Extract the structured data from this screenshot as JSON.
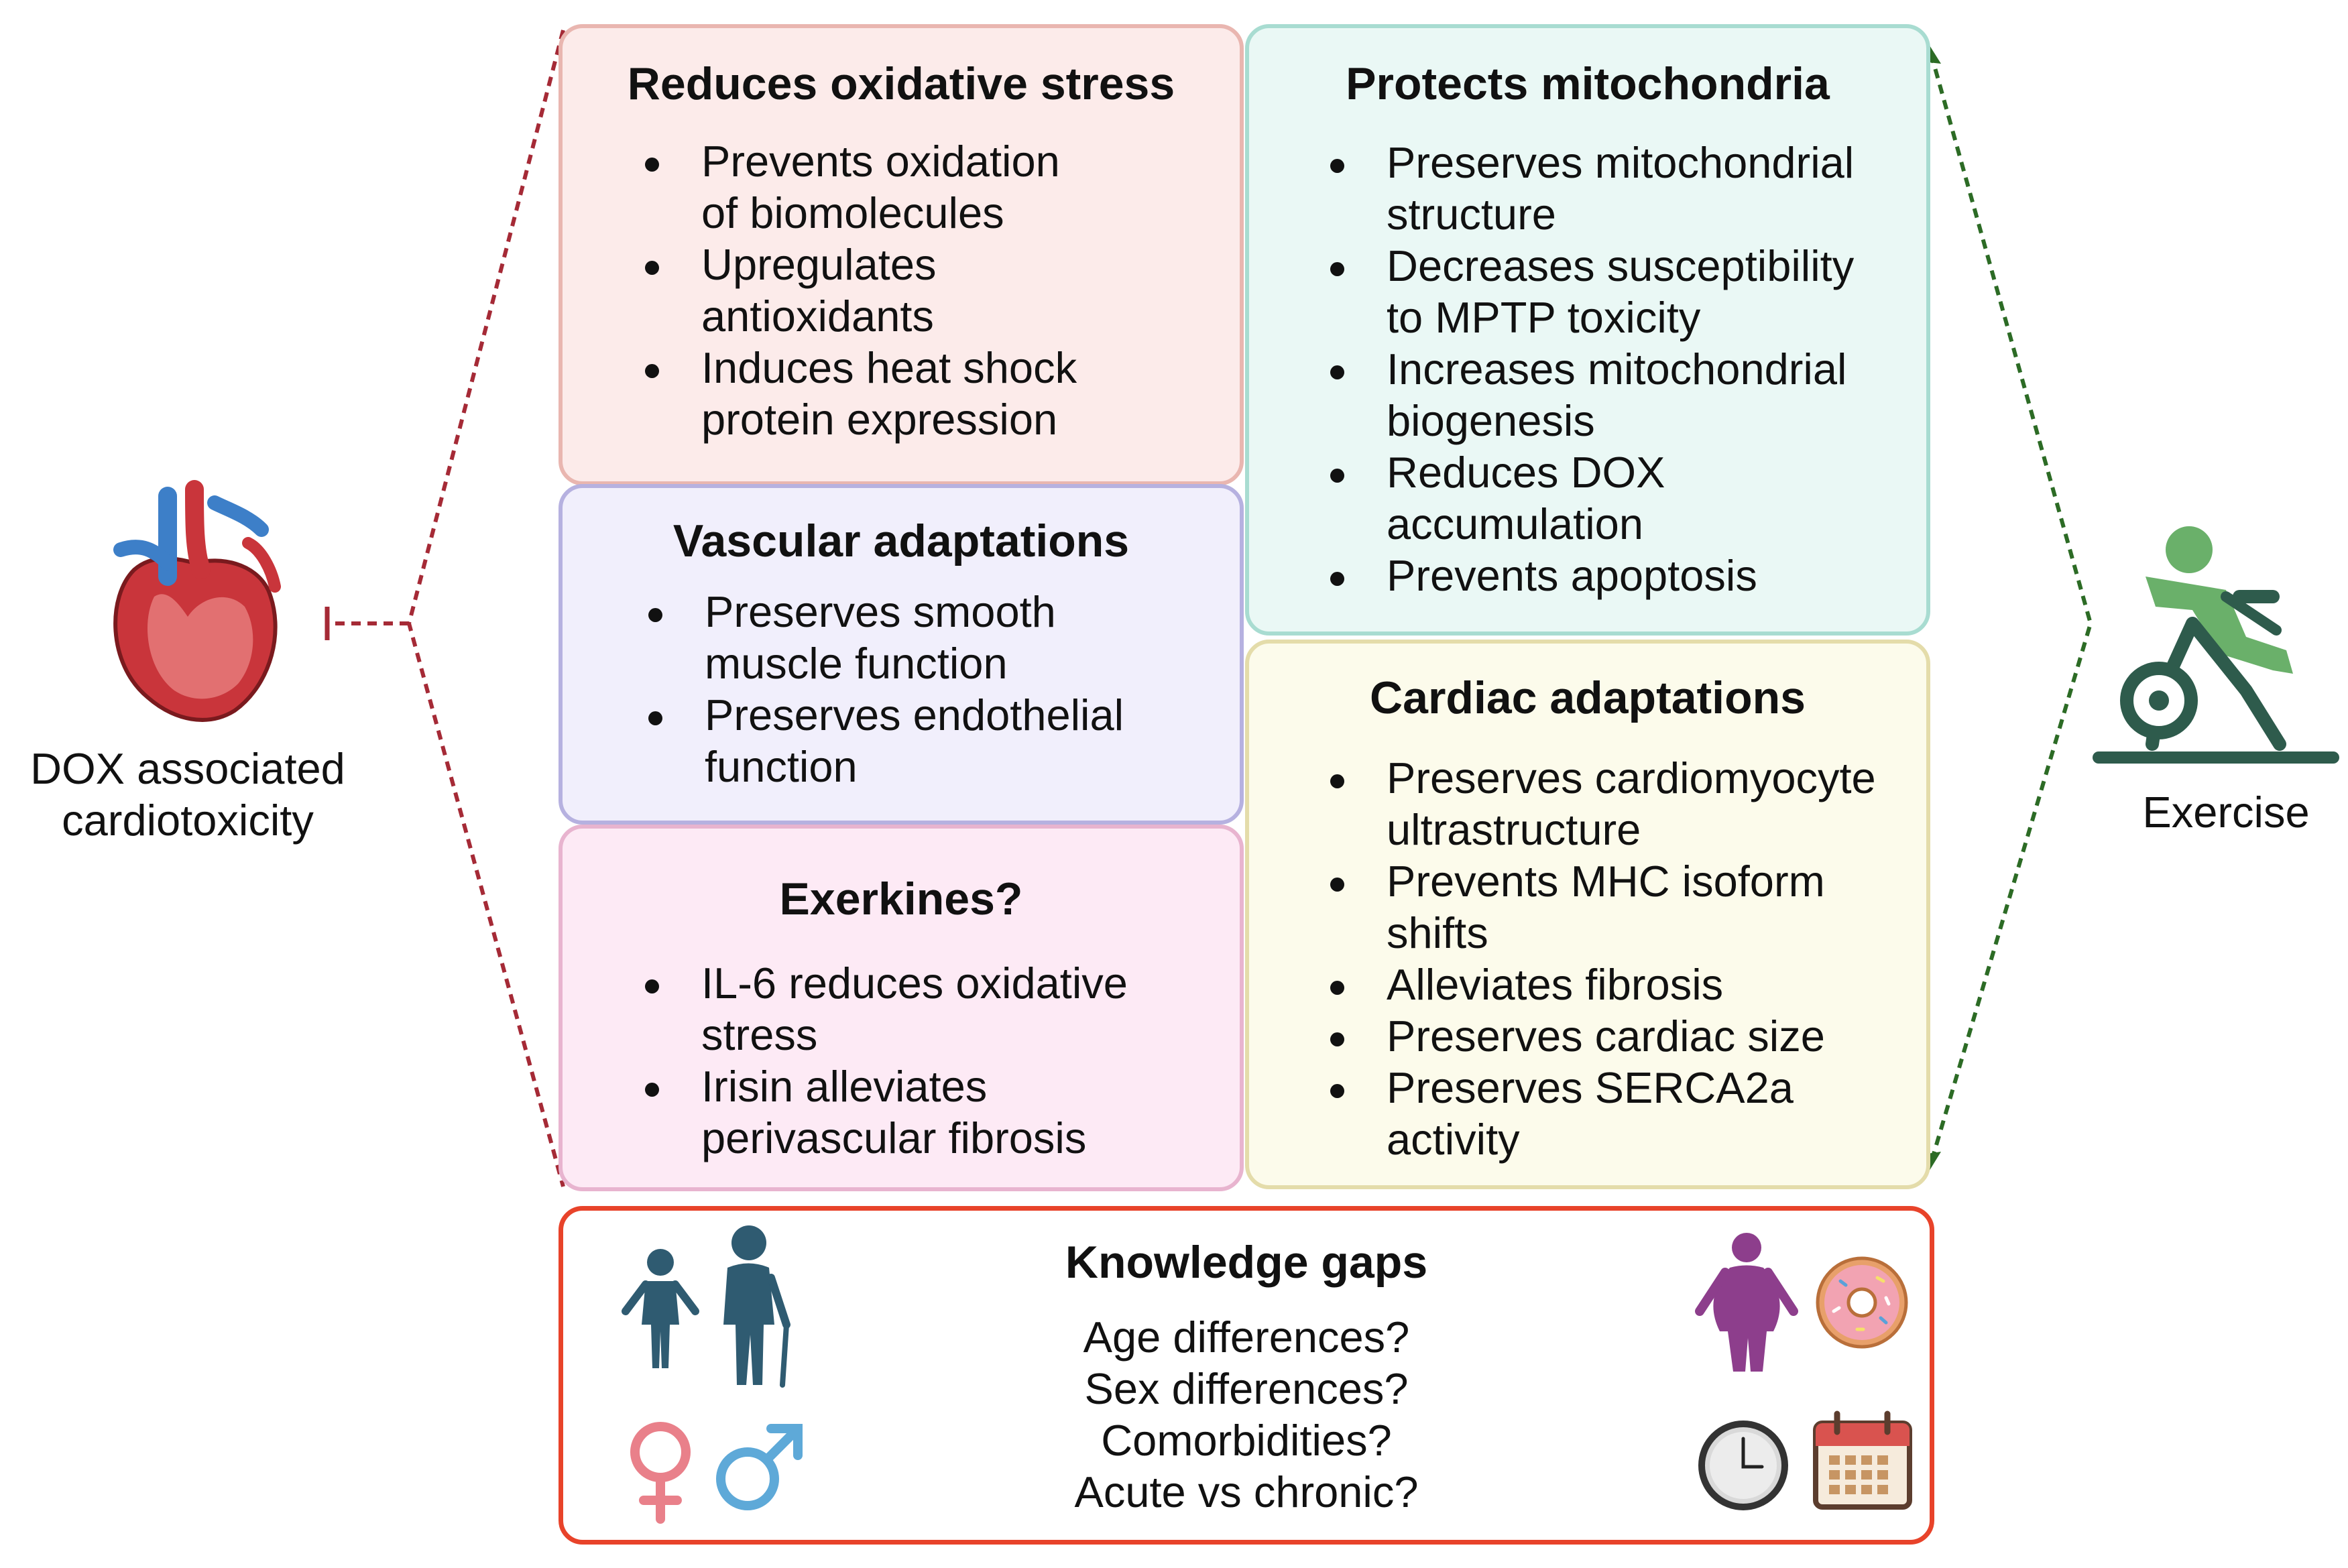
{
  "colors": {
    "inhibition_line": "#a52a36",
    "exercise_line": "#2c6b25",
    "knowledge_gaps_border": "#e8432a",
    "reduces_oxidative_stress_fill": "#fcebea",
    "vascular_adaptations_fill": "#f1effc",
    "exerkines_fill": "#fdeaf5",
    "protects_mitochondria_fill": "#eaf8f5",
    "cardiac_adaptations_fill": "#fcfbeb"
  },
  "left": {
    "label_line1": "DOX associated",
    "label_line2": "cardiotoxicity",
    "icon": "heart-icon"
  },
  "right": {
    "label": "Exercise",
    "icon": "exercise-bike-icon"
  },
  "boxes": {
    "reduces_oxidative_stress": {
      "title": "Reduces oxidative stress",
      "items": [
        {
          "l1": "Prevents oxidation",
          "l2": "of biomolecules"
        },
        {
          "l1": "Upregulates",
          "l2": "antioxidants"
        },
        {
          "l1": "Induces heat shock",
          "l2": "protein expression"
        }
      ]
    },
    "vascular_adaptations": {
      "title": "Vascular adaptations",
      "items": [
        {
          "l1": "Preserves smooth",
          "l2": "muscle function"
        },
        {
          "l1": "Preserves endothelial",
          "l2": "function"
        }
      ]
    },
    "exerkines": {
      "title": "Exerkines?",
      "items": [
        {
          "l1": "IL-6 reduces oxidative",
          "l2": "stress"
        },
        {
          "l1": "Irisin alleviates",
          "l2": "perivascular fibrosis"
        }
      ]
    },
    "protects_mitochondria": {
      "title": "Protects mitochondria",
      "items": [
        {
          "l1": "Preserves mitochondrial",
          "l2": "structure"
        },
        {
          "l1": "Decreases susceptibility",
          "l2": "to MPTP toxicity"
        },
        {
          "l1": "Increases mitochondrial",
          "l2": "biogenesis"
        },
        {
          "l1": "Reduces DOX",
          "l2": "accumulation"
        },
        {
          "l1": "Prevents apoptosis",
          "l2": ""
        }
      ]
    },
    "cardiac_adaptations": {
      "title": "Cardiac adaptations",
      "items": [
        {
          "l1": "Preserves cardiomyocyte",
          "l2": "ultrastructure"
        },
        {
          "l1": "Prevents MHC isoform",
          "l2": "shifts"
        },
        {
          "l1": "Alleviates fibrosis",
          "l2": ""
        },
        {
          "l1": "Preserves cardiac size",
          "l2": ""
        },
        {
          "l1": "Preserves SERCA2a",
          "l2": "activity"
        }
      ]
    }
  },
  "knowledge_gaps": {
    "title": "Knowledge gaps",
    "lines": [
      "Age differences?",
      "Sex differences?",
      "Comorbidities?",
      "Acute vs chronic?"
    ],
    "icons": [
      "child-icon",
      "elderly-person-icon",
      "female-symbol-icon",
      "male-symbol-icon",
      "obese-person-icon",
      "donut-icon",
      "clock-icon",
      "calendar-icon"
    ]
  }
}
